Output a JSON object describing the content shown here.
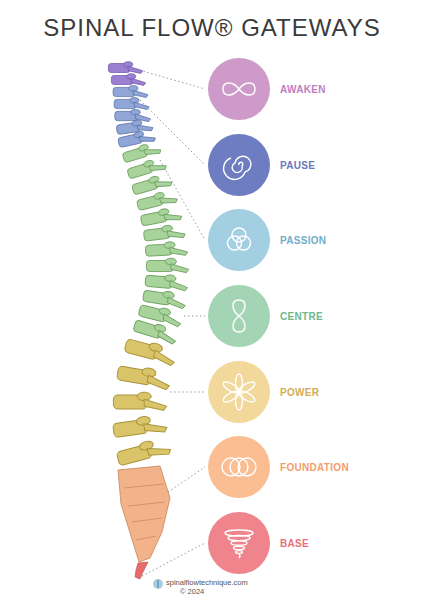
{
  "diagram": {
    "title": "SPINAL FLOW® GATEWAYS",
    "nodes": [
      {
        "text": [
          "AWAKEN"
        ]
      },
      {
        "text": [
          "PAUSE"
        ]
      },
      {
        "text": [
          "PASSION"
        ]
      },
      {
        "text": [
          "CENTRE"
        ]
      },
      {
        "text": [
          "POWER"
        ]
      },
      {
        "text": [
          "FOUNDATION"
        ]
      },
      {
        "text": [
          "BASE"
        ]
      }
    ],
    "labels": [
      "spinalflowtechnique.com",
      "© 2024"
    ]
  }
}
